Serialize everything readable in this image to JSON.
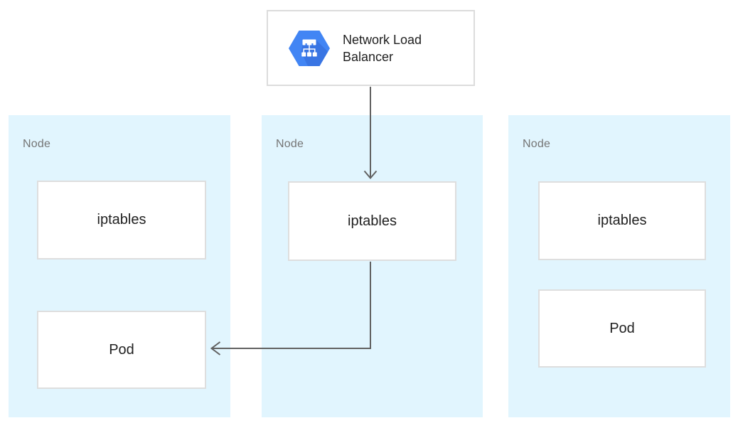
{
  "load_balancer": {
    "label": "Network Load Balancer",
    "icon": "network-load-balancer-hexagon-icon"
  },
  "nodes": [
    {
      "label": "Node",
      "boxes": [
        {
          "label": "iptables"
        },
        {
          "label": "Pod"
        }
      ]
    },
    {
      "label": "Node",
      "boxes": [
        {
          "label": "iptables"
        }
      ]
    },
    {
      "label": "Node",
      "boxes": [
        {
          "label": "iptables"
        },
        {
          "label": "Pod"
        }
      ]
    }
  ],
  "connections": [
    {
      "from": "network-load-balancer",
      "to": "node-2-iptables",
      "type": "straight-arrow-down"
    },
    {
      "from": "node-2-iptables",
      "to": "node-1-pod",
      "type": "elbow-arrow-left"
    }
  ],
  "colors": {
    "node_background": "#E1F5FE",
    "box_background": "#FFFFFF",
    "box_border": "#DEDEDE",
    "load_balancer_border": "#DCDCDC",
    "arrow": "#616161",
    "node_label_text": "#757575",
    "box_label_text": "#212121",
    "icon_blue": "#4285F4",
    "icon_blue_shadow": "#3367D6",
    "icon_glyph": "#FFFFFF"
  }
}
